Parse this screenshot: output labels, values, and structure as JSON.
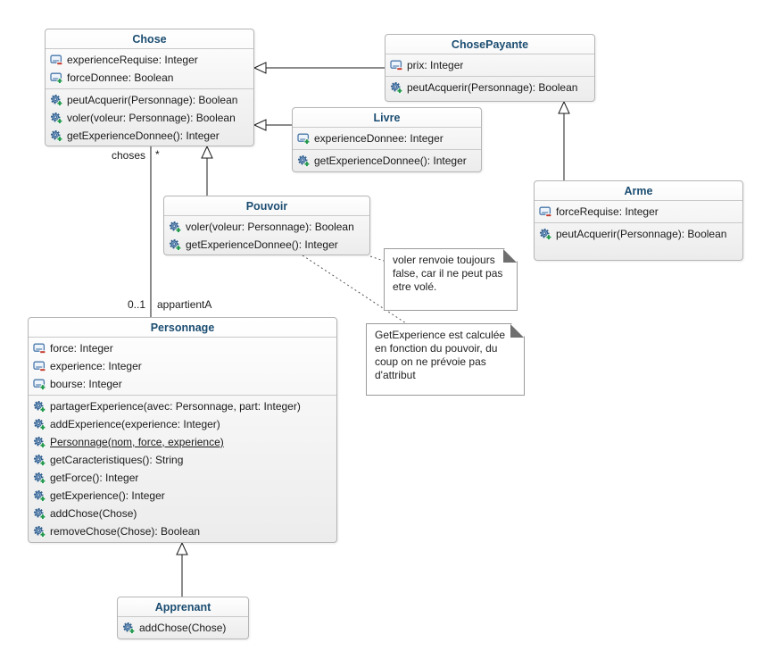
{
  "diagram": {
    "title": "UML class diagram",
    "classes": [
      {
        "id": "chose",
        "name": "Chose",
        "attributes": [
          {
            "kind": "attribute",
            "visibility": "private",
            "icon": "field-private-icon",
            "text": "experienceRequise: Integer"
          },
          {
            "kind": "attribute",
            "visibility": "public",
            "icon": "field-public-icon",
            "text": "forceDonnee: Boolean"
          }
        ],
        "methods": [
          {
            "kind": "operation",
            "visibility": "public",
            "icon": "method-public-icon",
            "text": "peutAcquerir(Personnage): Boolean"
          },
          {
            "kind": "operation",
            "visibility": "public",
            "icon": "method-public-icon",
            "text": "voler(voleur: Personnage): Boolean"
          },
          {
            "kind": "operation",
            "visibility": "public",
            "icon": "method-public-icon",
            "text": "getExperienceDonnee(): Integer"
          }
        ]
      },
      {
        "id": "chosepayante",
        "name": "ChosePayante",
        "attributes": [
          {
            "kind": "attribute",
            "visibility": "private",
            "icon": "field-private-icon",
            "text": "prix: Integer"
          }
        ],
        "methods": [
          {
            "kind": "operation",
            "visibility": "public",
            "icon": "method-public-icon",
            "text": "peutAcquerir(Personnage): Boolean"
          }
        ]
      },
      {
        "id": "livre",
        "name": "Livre",
        "attributes": [
          {
            "kind": "attribute",
            "visibility": "public",
            "icon": "field-public-icon",
            "text": "experienceDonnee: Integer"
          }
        ],
        "methods": [
          {
            "kind": "operation",
            "visibility": "public",
            "icon": "method-public-icon",
            "text": "getExperienceDonnee(): Integer"
          }
        ]
      },
      {
        "id": "pouvoir",
        "name": "Pouvoir",
        "attributes": [],
        "methods": [
          {
            "kind": "operation",
            "visibility": "public",
            "icon": "method-public-icon",
            "text": "voler(voleur: Personnage): Boolean"
          },
          {
            "kind": "operation",
            "visibility": "public",
            "icon": "method-public-icon",
            "text": "getExperienceDonnee(): Integer"
          }
        ]
      },
      {
        "id": "arme",
        "name": "Arme",
        "attributes": [
          {
            "kind": "attribute",
            "visibility": "private",
            "icon": "field-private-icon",
            "text": "forceRequise: Integer"
          }
        ],
        "methods": [
          {
            "kind": "operation",
            "visibility": "public",
            "icon": "method-public-icon",
            "text": "peutAcquerir(Personnage): Boolean"
          }
        ]
      },
      {
        "id": "personnage",
        "name": "Personnage",
        "attributes": [
          {
            "kind": "attribute",
            "visibility": "private",
            "icon": "field-private-icon",
            "text": "force: Integer"
          },
          {
            "kind": "attribute",
            "visibility": "private",
            "icon": "field-private-icon",
            "text": "experience: Integer"
          },
          {
            "kind": "attribute",
            "visibility": "public",
            "icon": "field-public-icon",
            "text": "bourse: Integer"
          }
        ],
        "methods": [
          {
            "kind": "operation",
            "visibility": "public",
            "icon": "method-public-icon",
            "text": "partagerExperience(avec: Personnage, part: Integer)"
          },
          {
            "kind": "operation",
            "visibility": "public",
            "icon": "method-public-icon",
            "text": "addExperience(experience: Integer)"
          },
          {
            "kind": "operation",
            "visibility": "public",
            "icon": "method-public-icon",
            "text": "Personnage(nom, force, experience)",
            "underline": true
          },
          {
            "kind": "operation",
            "visibility": "public",
            "icon": "method-public-icon",
            "text": "getCaracteristiques(): String"
          },
          {
            "kind": "operation",
            "visibility": "public",
            "icon": "method-public-icon",
            "text": "getForce(): Integer"
          },
          {
            "kind": "operation",
            "visibility": "public",
            "icon": "method-public-icon",
            "text": "getExperience(): Integer"
          },
          {
            "kind": "operation",
            "visibility": "public",
            "icon": "method-public-icon",
            "text": "addChose(Chose)"
          },
          {
            "kind": "operation",
            "visibility": "public",
            "icon": "method-public-icon",
            "text": "removeChose(Chose): Boolean"
          }
        ]
      },
      {
        "id": "apprenant",
        "name": "Apprenant",
        "attributes": [],
        "methods": [
          {
            "kind": "operation",
            "visibility": "public",
            "icon": "method-public-icon",
            "text": "addChose(Chose)"
          }
        ]
      }
    ],
    "notes": [
      {
        "id": "note-voler",
        "text": "voler renvoie toujours false, car il ne peut pas etre volé."
      },
      {
        "id": "note-getexperience",
        "text": "GetExperience est calculée en fonction du pouvoir, du coup on ne prévoie pas d'attribut"
      }
    ],
    "association": {
      "source_role": "choses",
      "source_multiplicity": "*",
      "target_multiplicity": "0..1",
      "target_role": "appartientA"
    },
    "colors": {
      "class_title": "#1b4d71",
      "box_border": "#b5b5b5",
      "note_fold": "#6f6f6f",
      "icon_blue": "#2f5f8f",
      "badge_green": "#23984d",
      "badge_red": "#c0392b"
    }
  }
}
